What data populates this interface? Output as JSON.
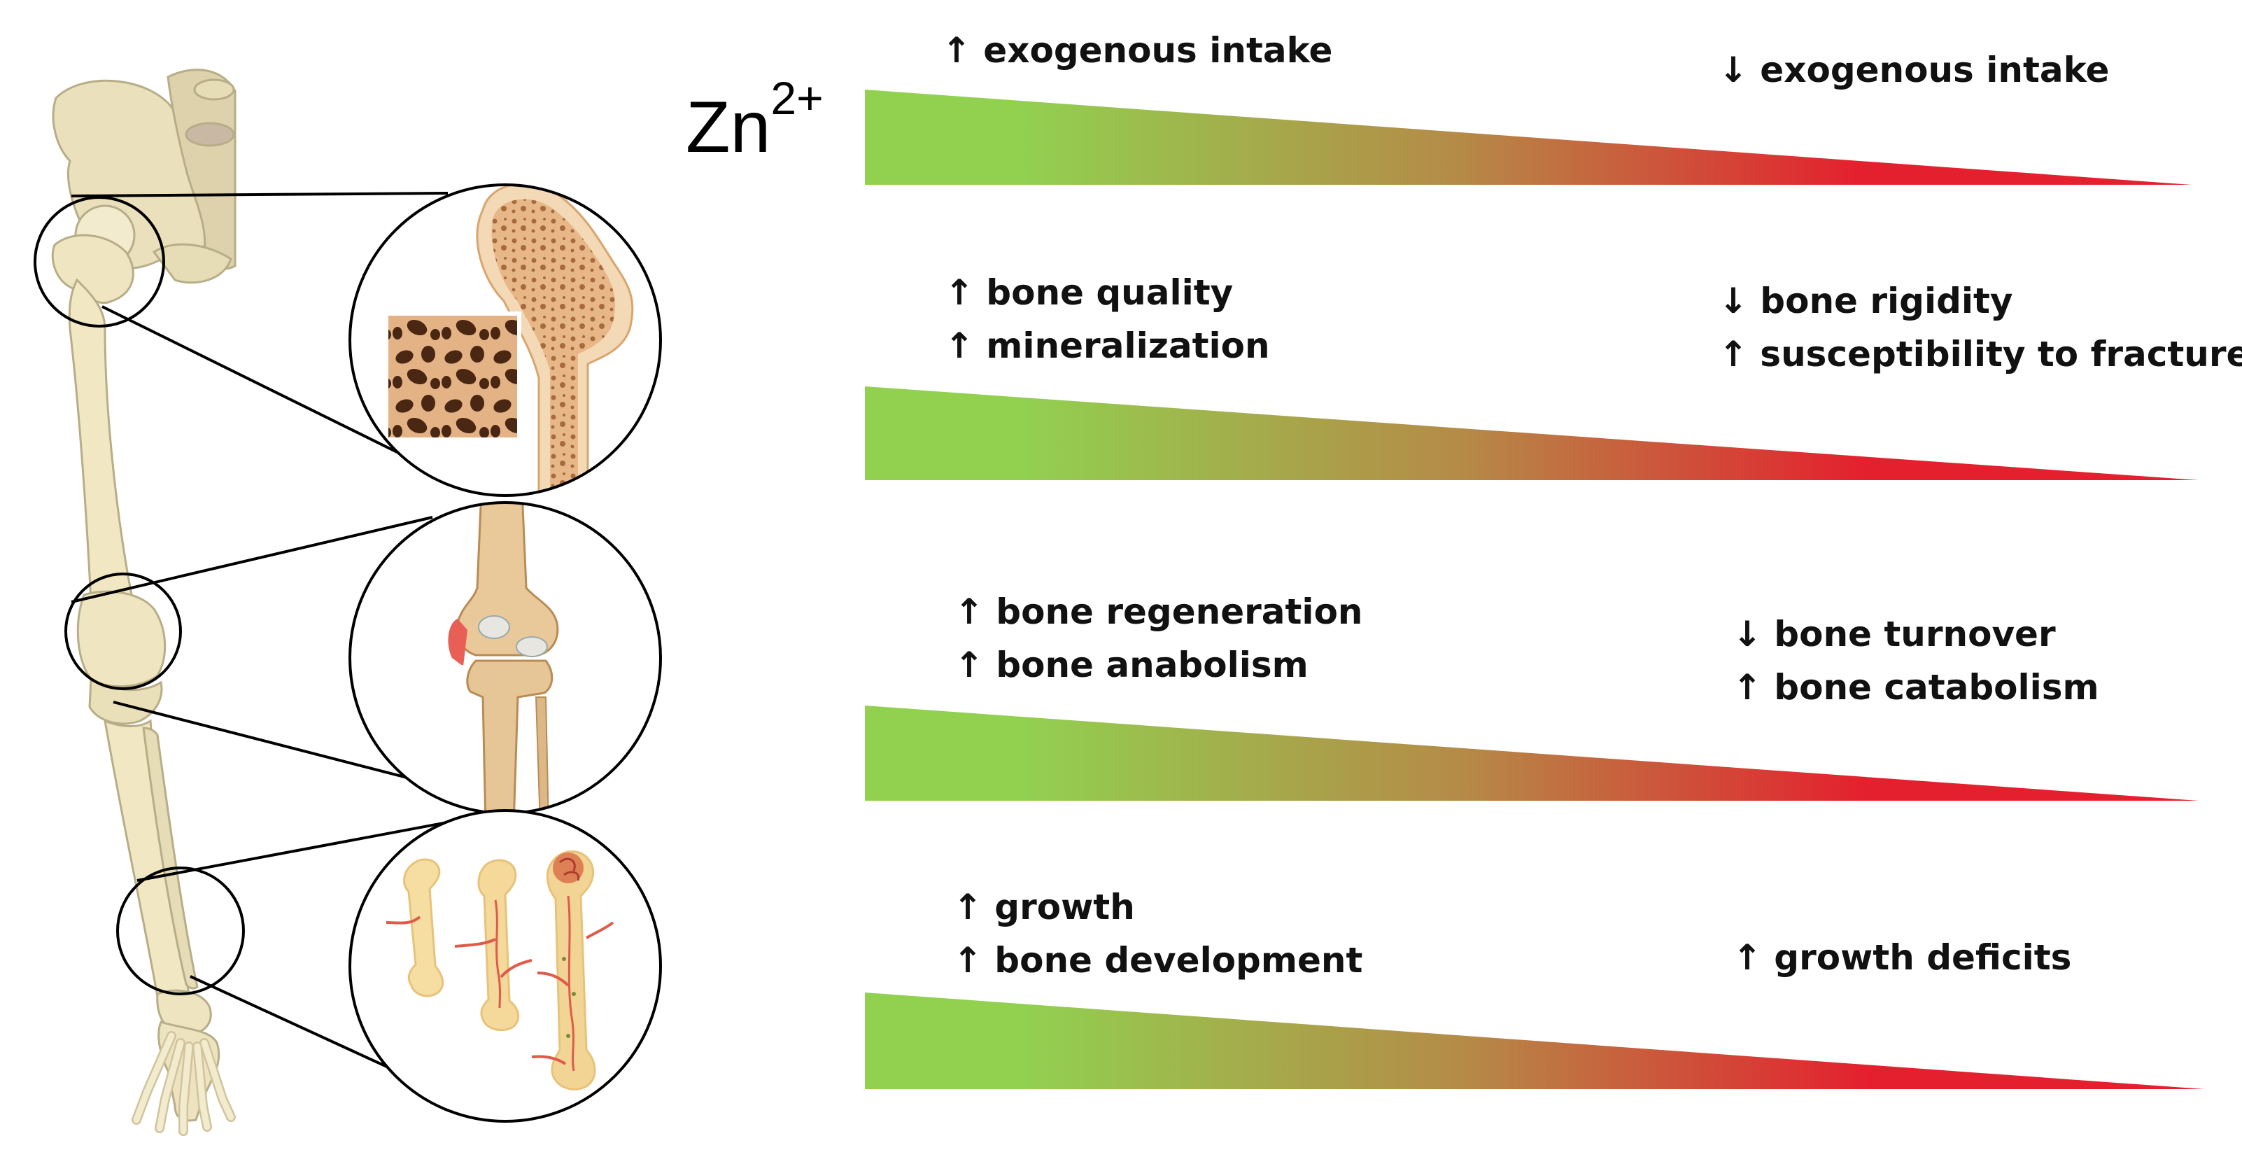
{
  "ion": {
    "symbol": "Zn",
    "charge": "2+"
  },
  "gradient_colors": {
    "high": "#92d050",
    "mid": "#b58a47",
    "low": "#e4202e"
  },
  "bone_color": "#f1e7c2",
  "vessel_color": "#e05a4a",
  "rows": [
    {
      "left": [
        "↑ exogenous intake"
      ],
      "right": [
        "↓ exogenous intake"
      ]
    },
    {
      "left": [
        "↑ bone quality",
        "↑ mineralization"
      ],
      "right": [
        "↓ bone rigidity",
        "↑ susceptibility to fractures"
      ]
    },
    {
      "left": [
        "↑ bone regeneration",
        "↑ bone anabolism"
      ],
      "right": [
        "↓ bone turnover",
        "↑ bone catabolism"
      ]
    },
    {
      "left": [
        "↑ growth",
        "↑ bone development"
      ],
      "right": [
        "↑ growth deficits"
      ]
    }
  ],
  "insets": [
    {
      "icon": "femur-head-trabecular-icon"
    },
    {
      "icon": "knee-joint-icon"
    },
    {
      "icon": "bone-growth-stages-icon"
    }
  ]
}
